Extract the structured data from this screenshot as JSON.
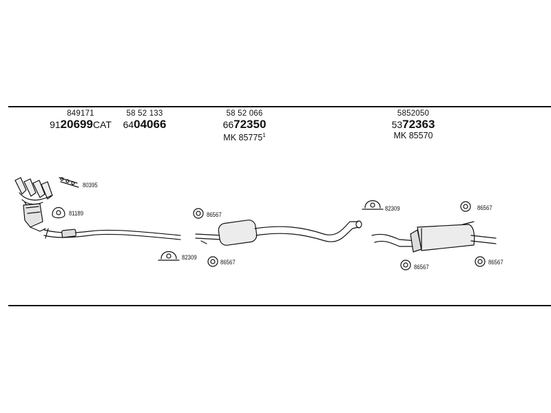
{
  "parts": [
    {
      "oem": "849171",
      "prefix": "91",
      "main": "20699",
      "suffix": "CAT"
    },
    {
      "oem": "58 52 133",
      "prefix": "64",
      "main": "04066",
      "suffix": ""
    },
    {
      "oem": "58 52 066",
      "prefix": "66",
      "main": "72350",
      "suffix": "",
      "mk": "MK  85775",
      "mk_sup": "1"
    },
    {
      "oem": "5852050",
      "prefix": "53",
      "main": "72363",
      "suffix": "",
      "mk": "MK  85570"
    }
  ],
  "labels": {
    "gasket_set": "80395",
    "front_gasket": "81189",
    "clamp_front": "82309",
    "mount_mid_top": "86567",
    "mount_mid_bottom": "86567",
    "clamp_rear": "82309",
    "mount_rear_top": "86567",
    "mount_rear_left": "86567",
    "mount_rear_right": "86567"
  }
}
